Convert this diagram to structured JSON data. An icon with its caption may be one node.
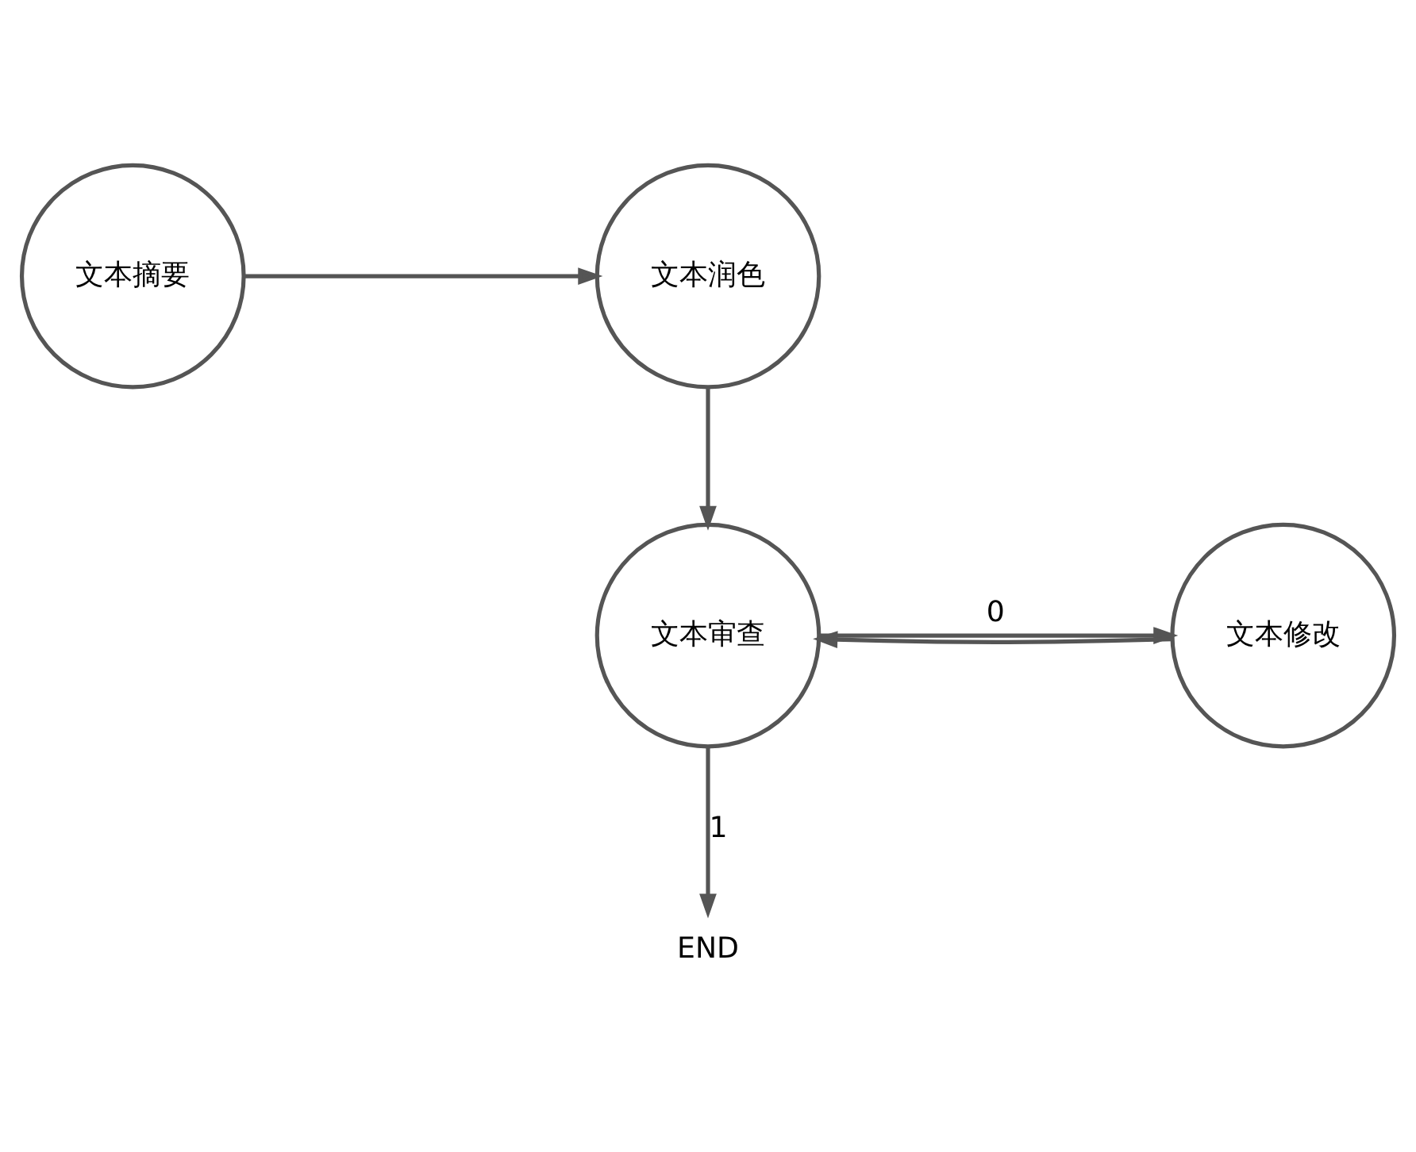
{
  "diagram": {
    "nodes": [
      {
        "text": [
          "文本摘要"
        ]
      },
      {
        "text": [
          "文本润色"
        ]
      },
      {
        "text": [
          "文本审查"
        ]
      },
      {
        "text": [
          "文本修改"
        ]
      },
      {
        "text": [
          "END"
        ]
      }
    ],
    "edges": [
      {
        "from": 0,
        "to": 1,
        "arrow": "to"
      },
      {
        "from": 1,
        "to": 2,
        "arrow": "to"
      },
      {
        "from": 2,
        "to": 3,
        "arrow": "to",
        "label": "0"
      },
      {
        "from": 3,
        "to": 2,
        "arrow": "to"
      },
      {
        "from": 2,
        "to": 4,
        "arrow": "to",
        "label": "1"
      }
    ]
  }
}
